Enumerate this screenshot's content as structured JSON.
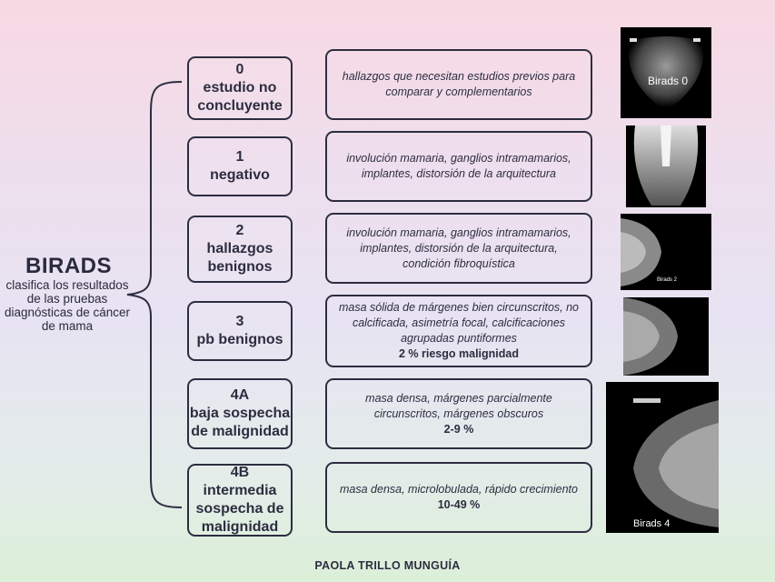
{
  "title": "BIRADS",
  "subtitle": "clasifica los resultados de las pruebas diagnósticas de cáncer de mama",
  "categories": [
    {
      "code": "0",
      "name": "estudio no concluyente",
      "description": "hallazgos que necesitan estudios previos para comparar y complementarios",
      "risk": ""
    },
    {
      "code": "1",
      "name": "negativo",
      "description": "involución mamaria, ganglios intramamarios, implantes, distorsión de la arquitectura",
      "risk": ""
    },
    {
      "code": "2",
      "name": "hallazgos benignos",
      "description": "involución mamaria, ganglios intramamarios, implantes, distorsión de la arquitectura, condición fibroquística",
      "risk": ""
    },
    {
      "code": "3",
      "name": "pb benignos",
      "description": "masa sólida de márgenes bien circunscritos, no calcificada, asimetría focal, calcificaciones agrupadas puntiformes",
      "risk": "2 % riesgo malignidad"
    },
    {
      "code": "4A",
      "name": "baja sospecha de malignidad",
      "description": "masa densa, márgenes parcialmente circunscritos, márgenes obscuros",
      "risk": "2-9 %"
    },
    {
      "code": "4B",
      "name": "intermedia sospecha de malignidad",
      "description": "masa densa, microlobulada, rápido crecimiento",
      "risk": "10-49 %"
    }
  ],
  "images": {
    "img0_caption": "Birads 0",
    "img2_caption": "Birads 2",
    "img5_caption": "Birads 4"
  },
  "author": "PAOLA TRILLO MUNGUÍA"
}
